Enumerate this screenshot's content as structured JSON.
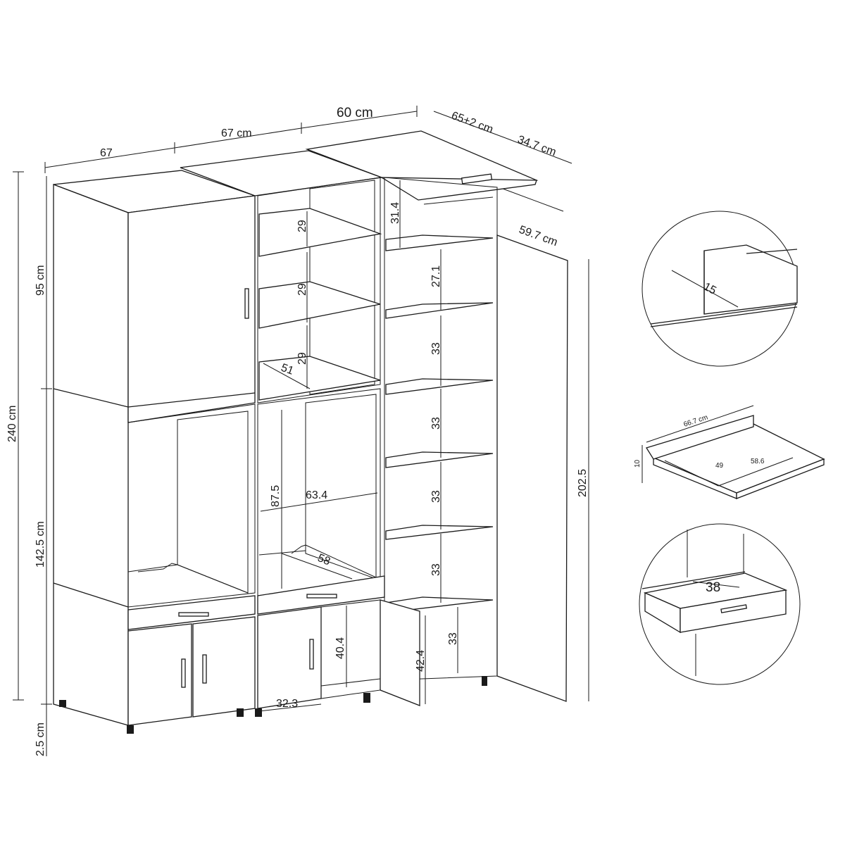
{
  "labels": {
    "top_width_left": "67",
    "top_width_mid": "67 cm",
    "top_width_right": "60 cm",
    "top_depth": "65+2 cm",
    "top_depth_ext": "34.7 cm",
    "door_width": "59.7 cm",
    "height_total": "240 cm",
    "height_upper": "95 cm",
    "height_lower": "142.5 cm",
    "height_feet": "2.5 cm",
    "height_right": "202.5",
    "shelf_h1": "29",
    "shelf_h2": "29",
    "shelf_h3": "29",
    "shelf_depth_mid": "51",
    "niche_height": "87.5",
    "niche_width": "63.4",
    "niche_depth": "58",
    "bottom_height_mid": "40.4",
    "bottom_width_mid": "32.3",
    "right_top": "31.4",
    "right_h1": "27.1",
    "right_h2": "33",
    "right_h3": "33",
    "right_h4": "33",
    "right_h5": "33",
    "right_h6": "33",
    "door_small_height": "42.4",
    "detail1_depth": "15",
    "detail2_width": "66.7 cm",
    "detail2_height": "10",
    "detail2_depth": "49",
    "detail2_inner": "58.6",
    "detail3_drawer": "38"
  },
  "icons": {
    "handle": "handle-icon"
  }
}
